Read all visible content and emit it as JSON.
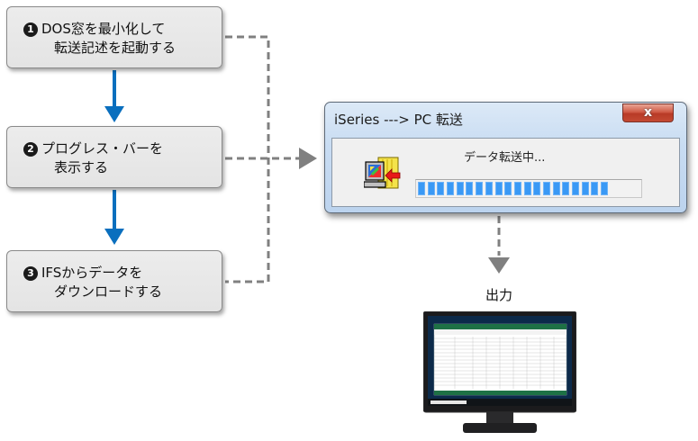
{
  "steps": [
    {
      "number": "1",
      "line1": "DOS窓を最小化して",
      "line2": "転送記述を起動する"
    },
    {
      "number": "2",
      "line1": "プログレス・バーを",
      "line2": "表示する"
    },
    {
      "number": "3",
      "line1": "IFSからデータを",
      "line2": "ダウンロードする"
    }
  ],
  "dialog": {
    "title": "iSeries ---> PC 転送",
    "close_label": "x",
    "status_text": "データ転送中...",
    "progress_percent": 87,
    "progress_segments_filled": 20,
    "progress_segments_total": 23
  },
  "output": {
    "label": "出力"
  },
  "colors": {
    "flow_arrow": "#0a6fbe",
    "dashed_connector": "#808080",
    "progress_fill": "#3a99f5",
    "close_button": "#c44a33"
  }
}
